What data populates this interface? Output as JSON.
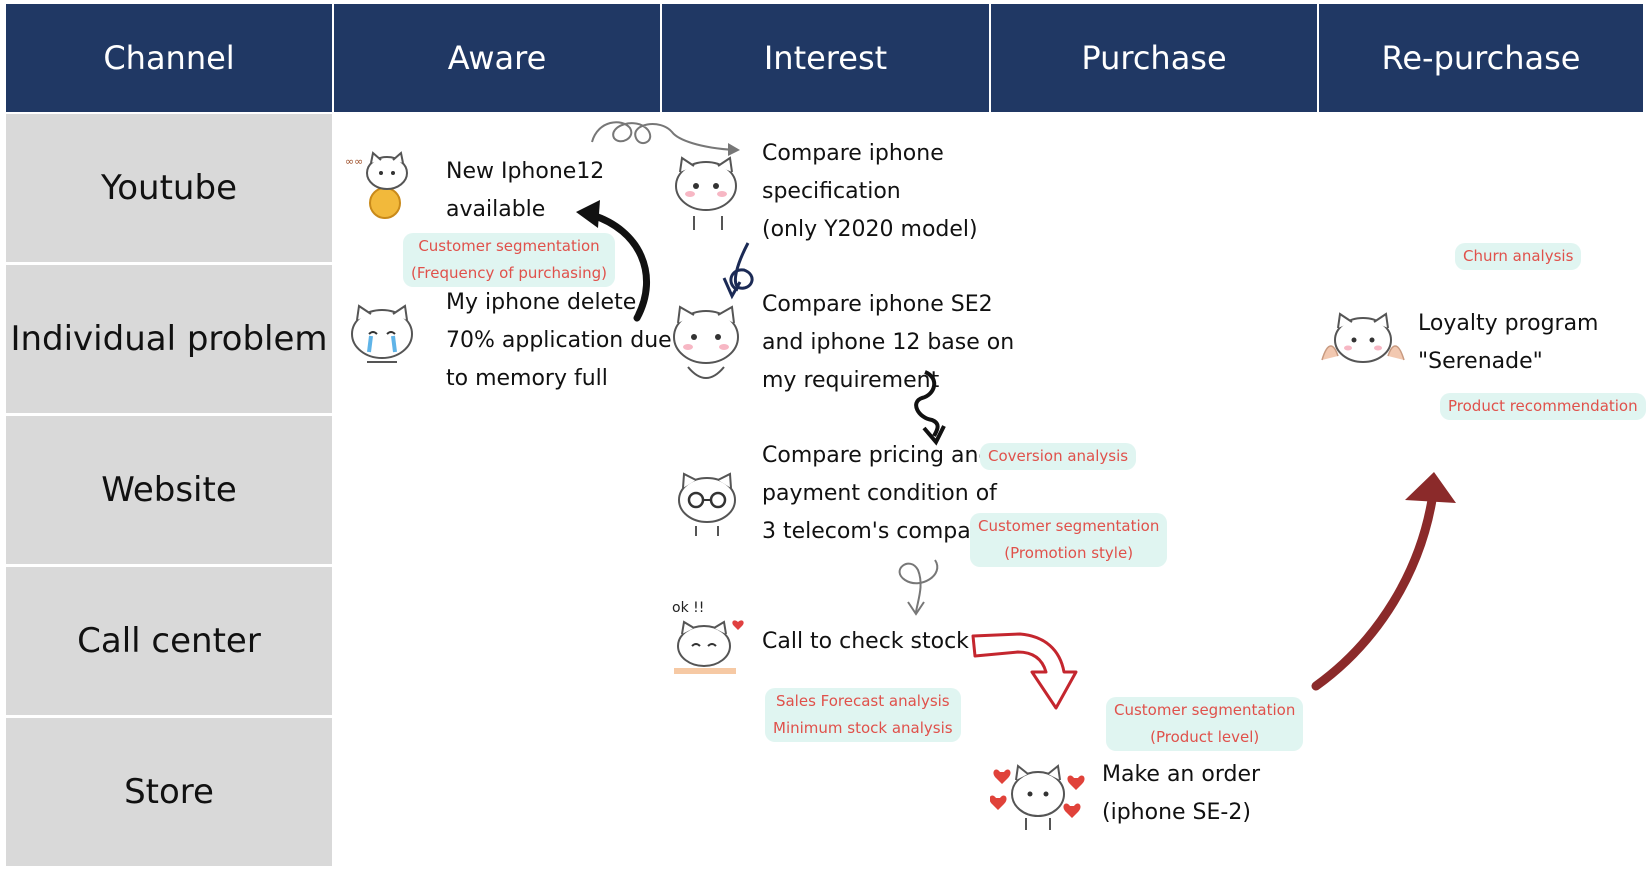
{
  "header": {
    "channel": "Channel",
    "aware": "Aware",
    "interest": "Interest",
    "purchase": "Purchase",
    "repurchase": "Re-purchase"
  },
  "channels": [
    "Youtube",
    "Individual problem",
    "Website",
    "Call center",
    "Store"
  ],
  "steps": {
    "new_iphone": "New Iphone12\navailable",
    "iphone_delete": "My iphone delete\n70% application due\nto memory full",
    "compare_spec": "Compare iphone\nspecification\n(only Y2020 model)",
    "compare_se2": "Compare iphone SE2\nand iphone 12 base on\nmy requirement",
    "compare_pricing": "Compare pricing and\npayment condition of\n3 telecom's company",
    "call_stock": "Call to check stock",
    "make_order": "Make an order\n(iphone SE-2)",
    "loyalty": "Loyalty program\n\"Serenade\""
  },
  "tags": {
    "cust_seg_freq": "Customer segmentation\n(Frequency of purchasing)",
    "coversion": "Coversion analysis",
    "cust_seg_promo": "Customer segmentation\n(Promotion style)",
    "sales_forecast": "Sales Forecast analysis\nMinimum stock analysis",
    "cust_seg_product": "Customer segmentation\n(Product level)",
    "churn": "Churn analysis",
    "product_reco": "Product recommendation"
  },
  "stickers": {
    "ok": "ok !!"
  },
  "colors": {
    "header_bg": "#203864",
    "channel_bg": "#d9d9d9",
    "tag_bg": "#e0f5f1",
    "tag_text": "#e0514b",
    "curved_arrow": "#8b2a2a"
  },
  "icons": [
    "cat-ball-icon",
    "cat-crying-icon",
    "cat-thinking-icon",
    "cat-sitting-icon",
    "cat-glasses-icon",
    "cat-ok-icon",
    "cat-hearts-icon",
    "cat-loyalty-icon"
  ]
}
